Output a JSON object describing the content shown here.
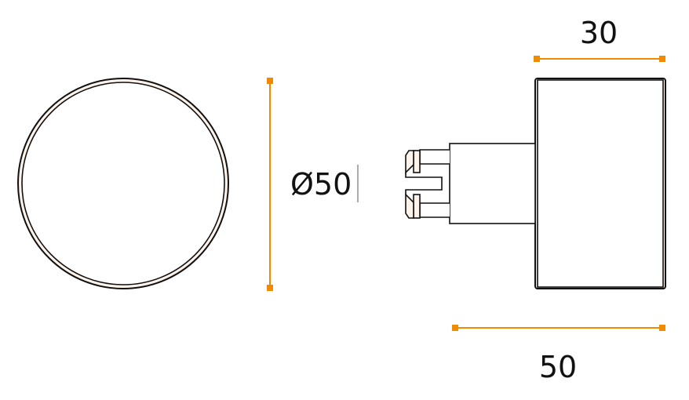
{
  "dimensions": {
    "diameter": "Ø50",
    "width_top": "30",
    "width_bottom": "50"
  },
  "colors": {
    "dimension_line": "#f08a00",
    "outline": "#111111",
    "fill": "#fdf3ea"
  }
}
